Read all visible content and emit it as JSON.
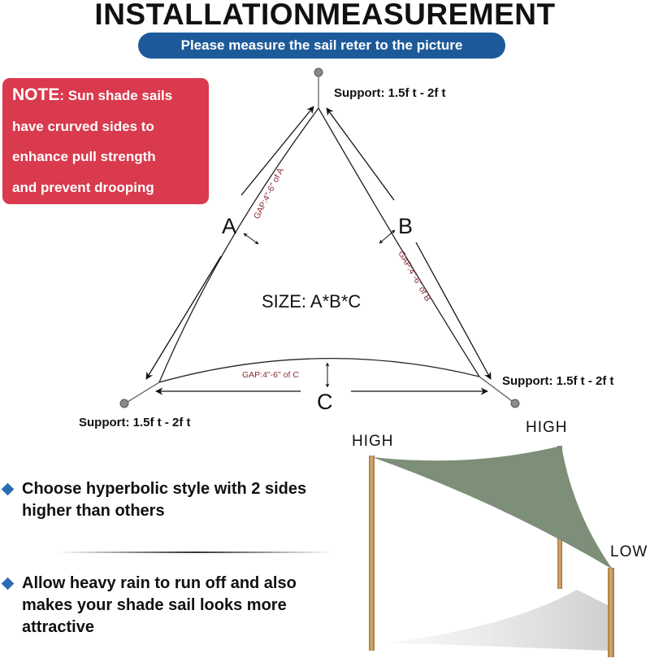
{
  "title": "INSTALLATIONMEASUREMENT",
  "banner": "Please measure the sail reter to the picture",
  "note": {
    "lead": "NOTE",
    "line1": ": Sun shade sails",
    "line2": "have crurved sides to",
    "line3": "enhance pull strength",
    "line4": "and prevent drooping"
  },
  "diagram": {
    "support_top": "Support: 1.5f t - 2f t",
    "support_right": "Support: 1.5f t - 2f t",
    "support_left": "Support: 1.5f t - 2f t",
    "label_a": "A",
    "label_b": "B",
    "label_c": "C",
    "gap_a": "GAP:4\"-6\" of A",
    "gap_b": "GAP:4\"-6\" of B",
    "gap_c": "GAP:4\"-6\" of C",
    "size": "SIZE: A*B*C"
  },
  "bullets": [
    "Choose hyperbolic style with 2 sides higher than others",
    "Allow heavy rain to run off and also makes your shade sail looks more attractive"
  ],
  "bullet_lines": {
    "b1_l1": "Choose hyperbolic style with 2 sides",
    "b1_l2": "higher than others",
    "b2_l1": "Allow heavy rain to run off and also",
    "b2_l2": "makes your shade sail looks more",
    "b2_l3": "attractive"
  },
  "sail": {
    "high_left": "HIGH",
    "high_right": "HIGH",
    "low": "LOW"
  },
  "colors": {
    "banner": "#1d5a9a",
    "note": "#d93a4d",
    "bullet": "#2a6db5",
    "sail_fabric": "#7d8e79",
    "pole": "#c89a5e",
    "gap_text": "#8a2a35"
  }
}
